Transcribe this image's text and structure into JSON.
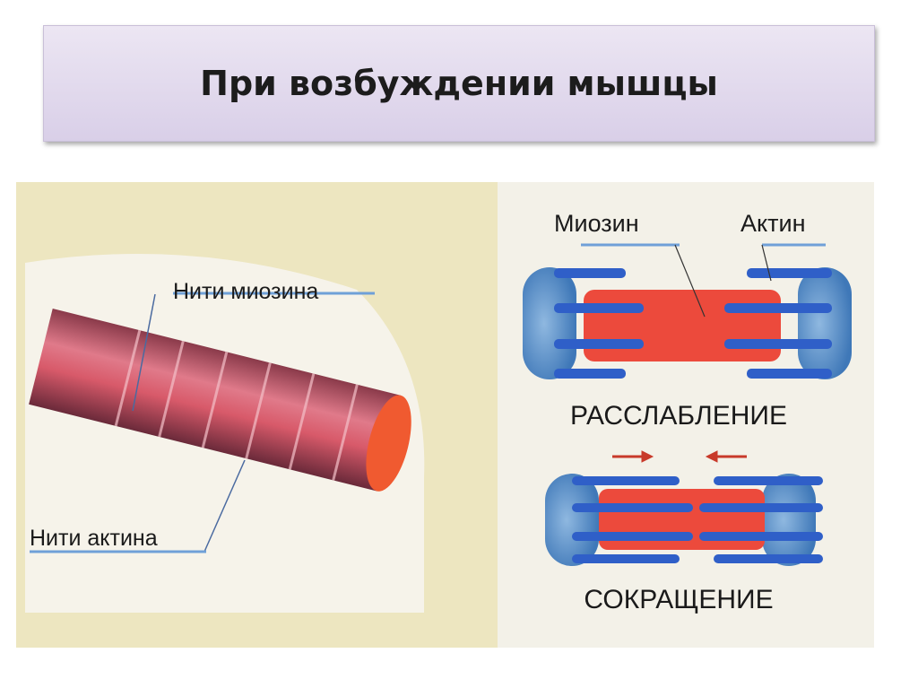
{
  "slide": {
    "title": "При возбуждении мышцы"
  },
  "figure": {
    "left_panel": {
      "label_myosin_filaments": "Нити миозина",
      "label_actin_filaments": "Нити актина"
    },
    "right_panel": {
      "label_myosin": "Миозин",
      "label_actin": "Актин",
      "state_relaxation": "РАССЛАБЛЕНИЕ",
      "state_contraction": "СОКРАЩЕНИЕ"
    },
    "colors": {
      "actin": "#2f5fc8",
      "myosin": "#e8473a",
      "background": "#ede6c0"
    }
  }
}
